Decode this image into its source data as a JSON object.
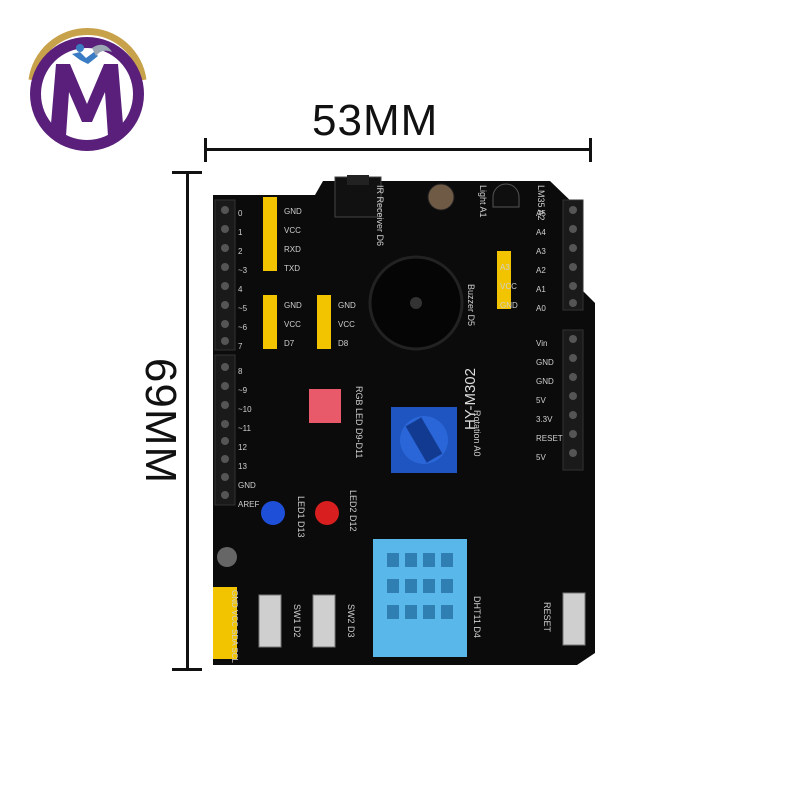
{
  "logo": {
    "letter": "M",
    "colors": {
      "ring": "#5a1f7a",
      "arc": "#c8a24a",
      "figure": "#3a7cc4"
    }
  },
  "dimensions": {
    "width_label": "53MM",
    "height_label": "69MM"
  },
  "board": {
    "model": "HY-M302",
    "digital_header": {
      "pins": [
        "0",
        "1",
        "2",
        "3",
        "4",
        "5",
        "6",
        "7"
      ],
      "pins_marked": [
        "0",
        "1",
        "2",
        "~3",
        "4",
        "~5",
        "~6",
        "7"
      ]
    },
    "digital_header_2": {
      "pins": [
        "8",
        "~9",
        "~10",
        "~11",
        "12",
        "13",
        "GND",
        "AREF"
      ]
    },
    "uart_labels": [
      "GND",
      "VCC",
      "RXD",
      "TXD"
    ],
    "d7_labels": [
      "GND",
      "VCC",
      "D7"
    ],
    "d8_labels": [
      "GND",
      "VCC",
      "D8"
    ],
    "a3_labels": [
      "A3",
      "VCC",
      "GND"
    ],
    "analog_header": [
      "A5",
      "A4",
      "A3",
      "A2",
      "A1",
      "A0"
    ],
    "power_header": [
      "Vin",
      "GND",
      "GND",
      "5V",
      "3.3V",
      "RESET",
      "5V"
    ],
    "i2c_labels": [
      "GND",
      "VCC",
      "SDA",
      "SCL"
    ],
    "component_labels": {
      "ir": "IR Receiver D6",
      "light": "Light A1",
      "lm35": "LM35 A2",
      "buzzer": "Buzzer D5",
      "rgb": "RGB LED D9-D11",
      "rotation": "Rotation A0",
      "led1": "LED1 D13",
      "led2": "LED2 D12",
      "sw1": "SW1 D2",
      "sw2": "SW2 D3",
      "dht": "DHT11 D4",
      "reset": "RESET"
    }
  }
}
